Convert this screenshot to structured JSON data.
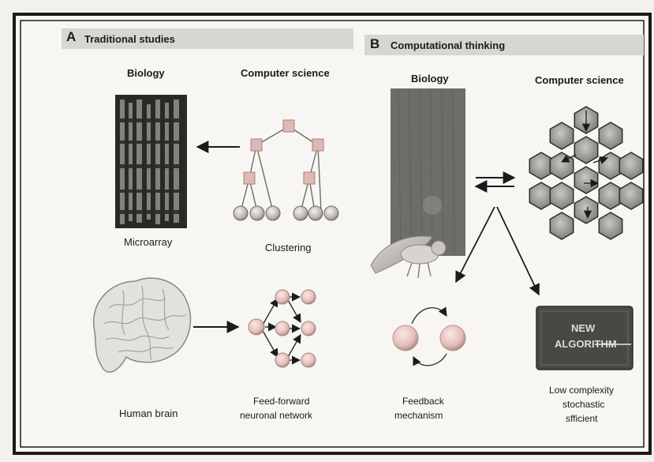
{
  "panel_a": {
    "letter": "A",
    "title": "Traditional studies",
    "col_biology": "Biology",
    "col_cs": "Computer science",
    "microarray_caption": "Microarray",
    "clustering_caption": "Clustering",
    "brain_caption": "Human brain",
    "network_caption_line1": "Feed-forward",
    "network_caption_line2": "neuronal network"
  },
  "panel_b": {
    "letter": "B",
    "title": "Computational thinking",
    "col_biology": "Biology",
    "col_cs": "Computer science",
    "feedback_caption_line1": "Feedback",
    "feedback_caption_line2": "mechanism",
    "algorithm_box_line1": "NEW",
    "algorithm_box_line2": "ALGORITHM",
    "algorithm_caption_line1": "Low complexity",
    "algorithm_caption_line2": "stochastic",
    "algorithm_caption_line3": "sfficient"
  }
}
